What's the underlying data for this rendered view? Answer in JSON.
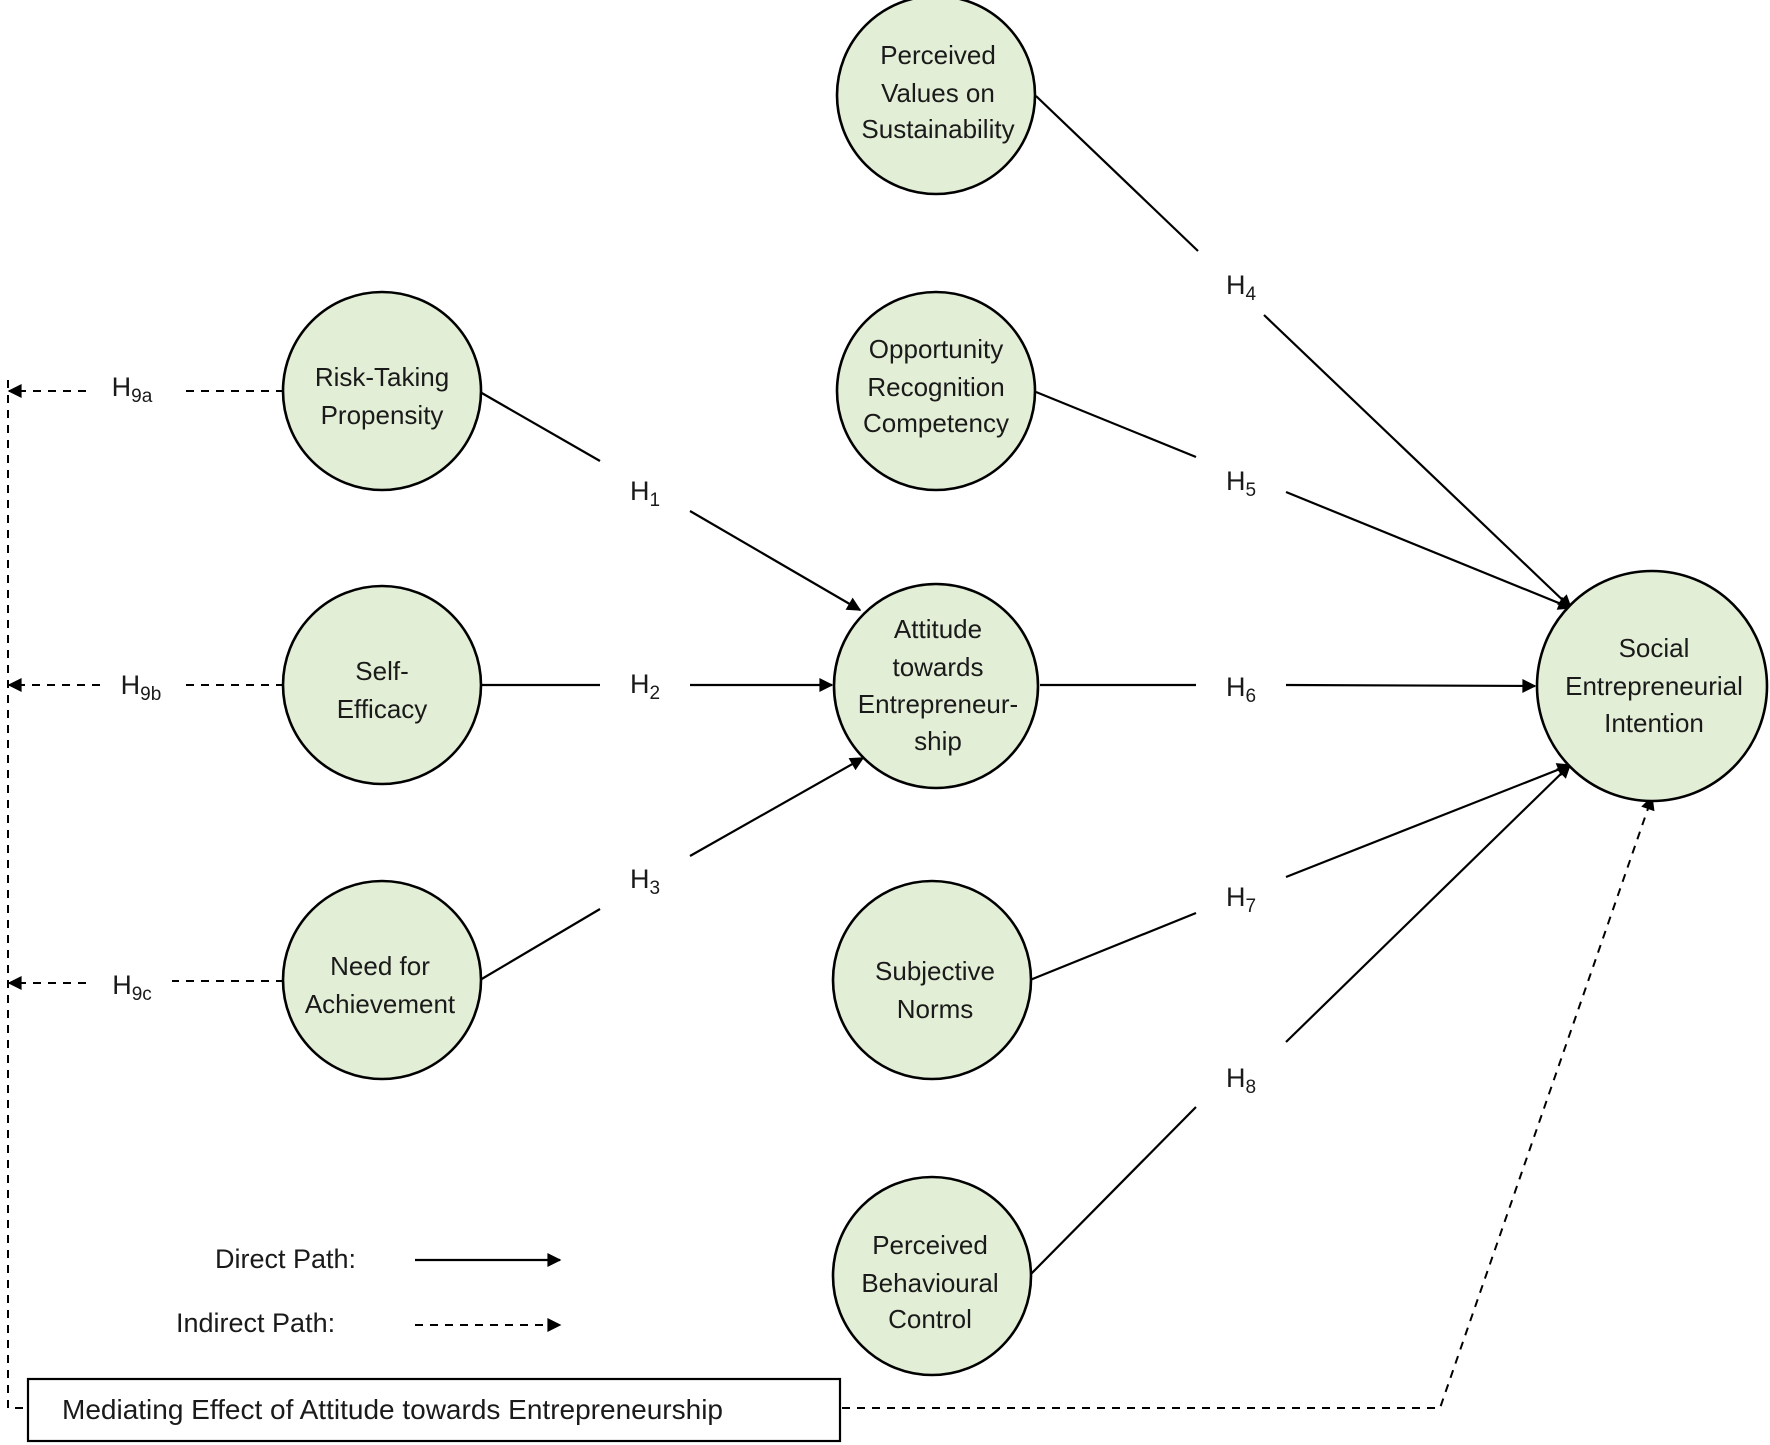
{
  "nodes": {
    "pvs": [
      "Perceived",
      "Values on",
      "Sustainability"
    ],
    "orc": [
      "Opportunity",
      "Recognition",
      "Competency"
    ],
    "rtp": [
      "Risk-Taking",
      "Propensity"
    ],
    "se": [
      "Self-",
      "Efficacy"
    ],
    "nfa": [
      "Need for",
      "Achievement"
    ],
    "ate": [
      "Attitude",
      "towards",
      "Entrepreneur-",
      "ship"
    ],
    "sn": [
      "Subjective",
      "Norms"
    ],
    "pbc": [
      "Perceived",
      "Behavioural",
      "Control"
    ],
    "sei": [
      "Social",
      "Entrepreneurial",
      "Intention"
    ]
  },
  "hypotheses": {
    "h1": {
      "base": "H",
      "sub": "1"
    },
    "h2": {
      "base": "H",
      "sub": "2"
    },
    "h3": {
      "base": "H",
      "sub": "3"
    },
    "h4": {
      "base": "H",
      "sub": "4"
    },
    "h5": {
      "base": "H",
      "sub": "5"
    },
    "h6": {
      "base": "H",
      "sub": "6"
    },
    "h7": {
      "base": "H",
      "sub": "7"
    },
    "h8": {
      "base": "H",
      "sub": "8"
    },
    "h9a": {
      "base": "H",
      "sub": "9a"
    },
    "h9b": {
      "base": "H",
      "sub": "9b"
    },
    "h9c": {
      "base": "H",
      "sub": "9c"
    }
  },
  "legend": {
    "direct": "Direct Path:",
    "indirect": "Indirect Path:"
  },
  "mediating_box": "Mediating Effect of Attitude towards Entrepreneurship"
}
